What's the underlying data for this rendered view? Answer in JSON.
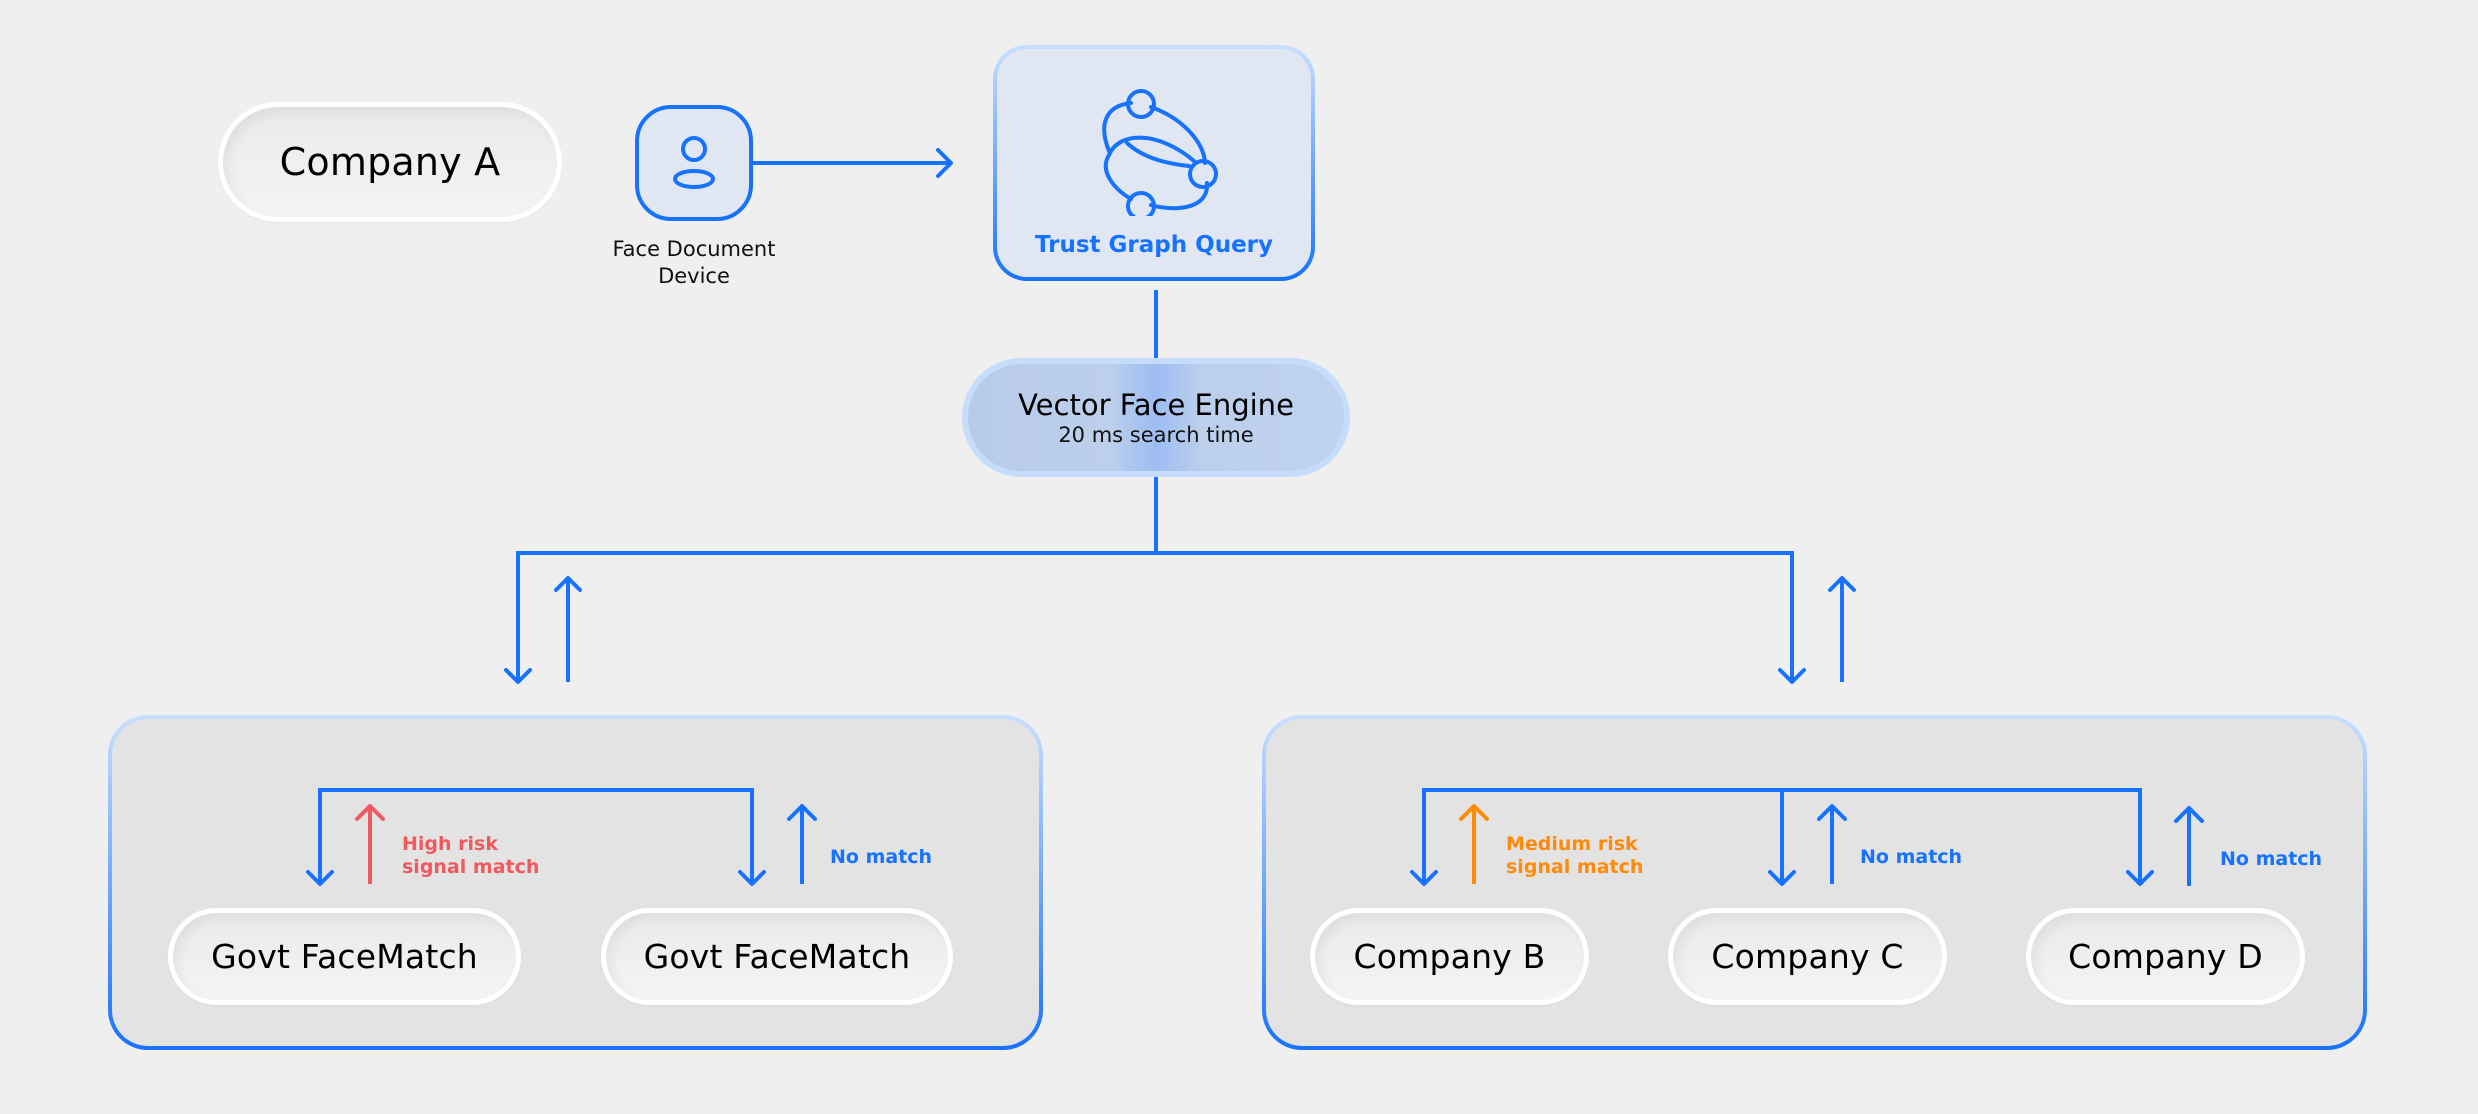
{
  "source": {
    "label": "Company A"
  },
  "device": {
    "icon": "user-icon",
    "label_line1": "Face Document",
    "label_line2": "Device"
  },
  "trust_graph": {
    "icon": "graph-network-icon",
    "label": "Trust Graph Query"
  },
  "engine": {
    "title": "Vector Face Engine",
    "subtitle": "20 ms search time"
  },
  "colors": {
    "accent": "#1672ff",
    "high_risk": "#f0595e",
    "medium_risk": "#ff8a0a",
    "background": "#efefef"
  },
  "groups": [
    {
      "name": "government",
      "nodes": [
        {
          "label": "Govt FaceMatch",
          "signal": "High risk signal match",
          "signal_line1": "High risk",
          "signal_line2": "signal match",
          "status": "high"
        },
        {
          "label": "Govt FaceMatch",
          "signal": "No match",
          "signal_line1": "No match",
          "signal_line2": "",
          "status": "none"
        }
      ]
    },
    {
      "name": "companies",
      "nodes": [
        {
          "label": "Company B",
          "signal": "Medium risk signal match",
          "signal_line1": "Medium risk",
          "signal_line2": "signal match",
          "status": "medium"
        },
        {
          "label": "Company C",
          "signal": "No match",
          "signal_line1": "No match",
          "signal_line2": "",
          "status": "none"
        },
        {
          "label": "Company D",
          "signal": "No match",
          "signal_line1": "No match",
          "signal_line2": "",
          "status": "none"
        }
      ]
    }
  ]
}
